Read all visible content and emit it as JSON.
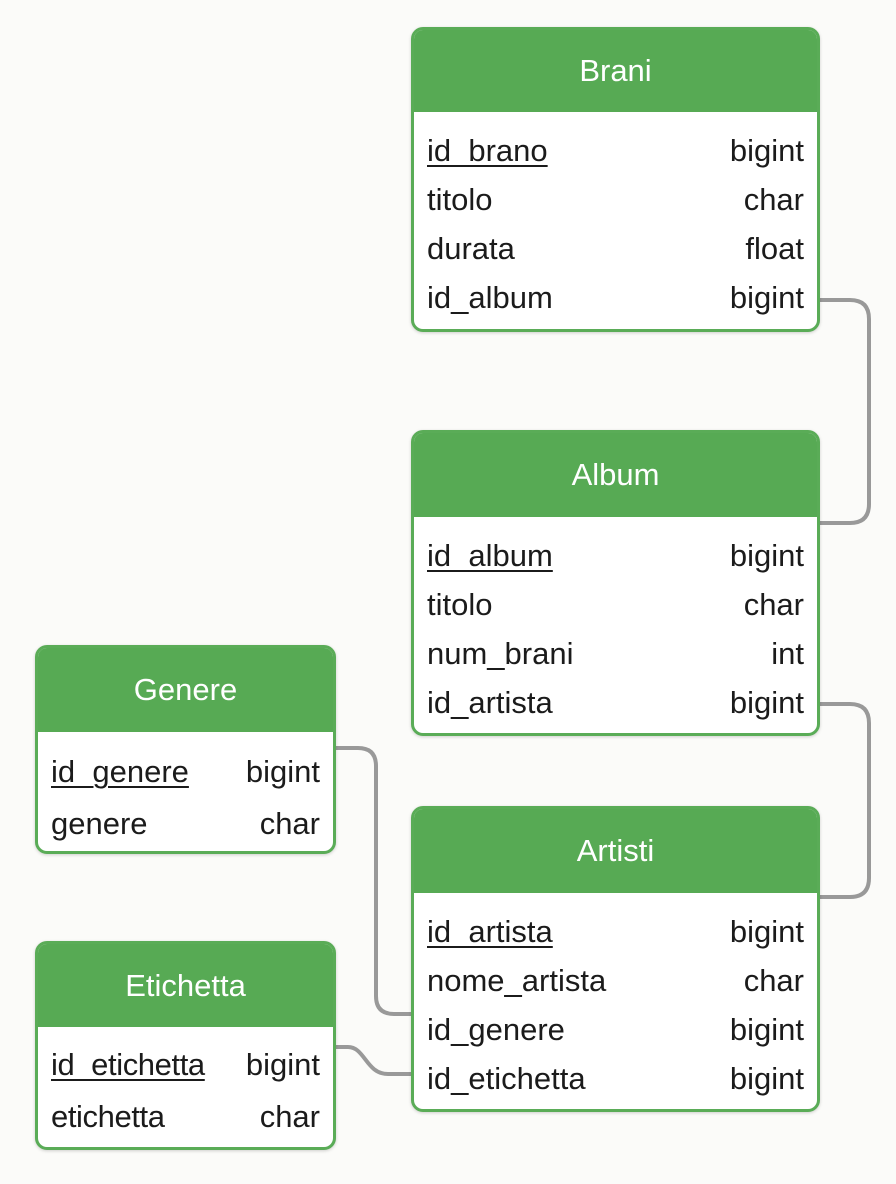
{
  "colors": {
    "header_bg": "#57aa54",
    "border": "#5aac57",
    "header_text": "#ffffff",
    "body_text": "#1b1b1b",
    "connector": "#999999",
    "background": "#fbfbf9"
  },
  "tables": {
    "brani": {
      "title": "Brani",
      "fields": [
        {
          "name": "id_brano",
          "type": "bigint",
          "primary_key": true
        },
        {
          "name": "titolo",
          "type": "char",
          "primary_key": false
        },
        {
          "name": "durata",
          "type": "float",
          "primary_key": false
        },
        {
          "name": "id_album",
          "type": "bigint",
          "primary_key": false
        }
      ]
    },
    "album": {
      "title": "Album",
      "fields": [
        {
          "name": "id_album",
          "type": "bigint",
          "primary_key": true
        },
        {
          "name": "titolo",
          "type": "char",
          "primary_key": false
        },
        {
          "name": "num_brani",
          "type": "int",
          "primary_key": false
        },
        {
          "name": "id_artista",
          "type": "bigint",
          "primary_key": false
        }
      ]
    },
    "artisti": {
      "title": "Artisti",
      "fields": [
        {
          "name": "id_artista",
          "type": "bigint",
          "primary_key": true
        },
        {
          "name": "nome_artista",
          "type": "char",
          "primary_key": false
        },
        {
          "name": "id_genere",
          "type": "bigint",
          "primary_key": false
        },
        {
          "name": "id_etichetta",
          "type": "bigint",
          "primary_key": false
        }
      ]
    },
    "genere": {
      "title": "Genere",
      "fields": [
        {
          "name": "id_genere",
          "type": "bigint",
          "primary_key": true
        },
        {
          "name": "genere",
          "type": "char",
          "primary_key": false
        }
      ]
    },
    "etichetta": {
      "title": "Etichetta",
      "fields": [
        {
          "name": "id_etichetta",
          "type": "bigint",
          "primary_key": true
        },
        {
          "name": "etichetta",
          "type": "char",
          "primary_key": false
        }
      ]
    }
  },
  "relationships": [
    {
      "from_table": "brani",
      "from_field": "id_album",
      "to_table": "album",
      "to_field": "id_album"
    },
    {
      "from_table": "album",
      "from_field": "id_artista",
      "to_table": "artisti",
      "to_field": "id_artista"
    },
    {
      "from_table": "artisti",
      "from_field": "id_genere",
      "to_table": "genere",
      "to_field": "id_genere"
    },
    {
      "from_table": "artisti",
      "from_field": "id_etichetta",
      "to_table": "etichetta",
      "to_field": "id_etichetta"
    }
  ]
}
